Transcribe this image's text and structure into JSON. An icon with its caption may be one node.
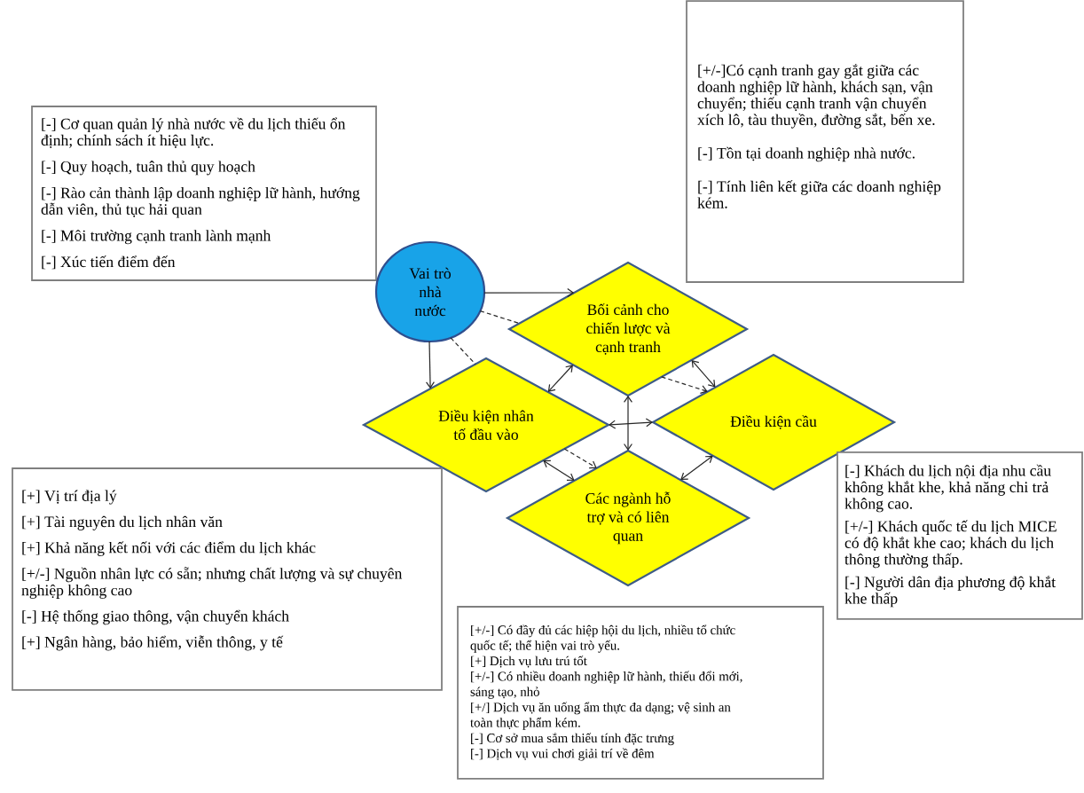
{
  "diagram": {
    "nodes": [
      {
        "text": [
          "[-] Cơ quan quản lý nhà nước về du lịch thiếu ổn định; chính sách ít hiệu lực.",
          "[-] Quy hoạch, tuân thủ quy hoạch",
          "[-] Rào cản thành lập doanh nghiệp lữ hành, hướng dẫn viên, thủ tục hải quan",
          "[-] Môi trường cạnh tranh lành mạnh",
          "[-] Xúc tiến điểm đến"
        ]
      },
      {
        "text": [
          "[+/-]Có cạnh tranh gay gắt giữa các doanh nghiệp lữ hành, khách sạn, vận chuyển; thiếu cạnh tranh vận chuyển xích lô, tàu thuyền, đường sắt, bến xe.",
          "[-] Tồn tại doanh nghiệp nhà nước.",
          "[-] Tính liên kết giữa các doanh nghiệp kém."
        ]
      },
      {
        "text": [
          "Vai trò nhà nước"
        ]
      },
      {
        "text": [
          "Bối cảnh cho chiến lược và cạnh tranh"
        ]
      },
      {
        "text": [
          "Điều kiện nhân tố đầu vào"
        ]
      },
      {
        "text": [
          "Điều kiện cầu"
        ]
      },
      {
        "text": [
          "[+] Vị trí địa lý",
          "[+] Tài nguyên du lịch nhân văn",
          "[+] Khả năng kết nối với các điểm du lịch khác",
          "[+/-] Nguồn nhân lực có sẵn; nhưng chất lượng và sự chuyên nghiệp không cao",
          "[-] Hệ thống giao thông, vận chuyển khách",
          "[+] Ngân hàng, bảo hiểm, viễn thông, y tế"
        ]
      },
      {
        "text": [
          "[-] Khách du lịch nội địa nhu cầu không khắt khe, khả năng chi trả không cao.",
          "[+/-] Khách quốc tế du lịch MICE có độ khắt khe cao; khách du lịch thông thường thấp.",
          "[-] Người dân địa phương độ khắt khe thấp"
        ]
      },
      {
        "text": [
          "Các ngành hỗ trợ và có liên quan"
        ]
      },
      {
        "text": [
          "[+/-] Có đầy đủ các hiệp hội du lịch, nhiều tổ chức quốc tế; thể hiện vai trò yếu.",
          "[+] Dịch vụ lưu trú tốt",
          "[+/-] Có nhiều doanh nghiệp lữ hành, thiếu đổi mới, sáng tạo, nhỏ",
          "[+/] Dịch vụ ăn uống ẩm thực đa dạng; vệ sinh an toàn thực phẩm kém.",
          "[-] Cơ sở mua sắm thiếu tính đặc trưng",
          "[-] Dịch vụ vui chơi giải trí về đêm"
        ]
      }
    ],
    "edges": [
      {
        "from": 2,
        "to": 3,
        "arrow": "to"
      },
      {
        "from": 2,
        "to": 4,
        "arrow": "to"
      },
      {
        "from": 2,
        "to": 3,
        "arrow": "none",
        "style": "dashed"
      },
      {
        "from": 2,
        "to": 4,
        "arrow": "none",
        "style": "dashed"
      },
      {
        "from": 4,
        "to": 3,
        "arrow": "both"
      },
      {
        "from": 3,
        "to": 5,
        "arrow": "both"
      },
      {
        "from": 3,
        "to": 5,
        "arrow": "to",
        "style": "dashed"
      },
      {
        "from": 3,
        "to": 8,
        "arrow": "both"
      },
      {
        "from": 4,
        "to": 5,
        "arrow": "both"
      },
      {
        "from": 4,
        "to": 8,
        "arrow": "both"
      },
      {
        "from": 4,
        "to": 8,
        "arrow": "to",
        "style": "dashed"
      },
      {
        "from": 5,
        "to": 8,
        "arrow": "both"
      }
    ]
  }
}
